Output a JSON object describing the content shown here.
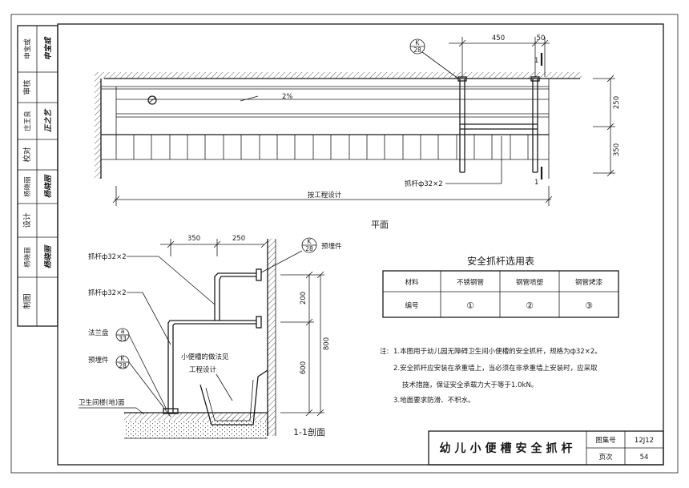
{
  "sidebar": {
    "roles": [
      "审核",
      "校对",
      "设计",
      "制图"
    ],
    "names": [
      "申宝或",
      "庄王良",
      "杨晓丽",
      "杨晓丽"
    ],
    "signatures": [
      "申宝或",
      "正之艺",
      "杨晓丽",
      "杨晓丽"
    ]
  },
  "plan": {
    "title": "平面",
    "slope": "2%",
    "dim_bottom": "按工程设计",
    "dim_top_left": "450",
    "dim_top_right": "50",
    "dim_right_upper": "250",
    "dim_right_lower": "350",
    "section_mark_top": "1",
    "section_mark_bottom": "1",
    "bar_label": "抓杆ф32×2",
    "ref_mark": {
      "top": "K",
      "bottom": "28"
    }
  },
  "section": {
    "title": "1-1剖面",
    "dim_top_left": "350",
    "dim_top_right": "250",
    "dim_v_200": "200",
    "dim_v_600": "600",
    "dim_v_800": "800",
    "bar_label_1": "抓杆ф32×2",
    "bar_label_2": "抓杆ф32×2",
    "flange_label": "法兰盘",
    "embed_label": "预埋件",
    "embed_label_top": "预埋件",
    "urinal_note_1": "小便槽的做法见",
    "urinal_note_2": "工程设计",
    "floor_label": "卫生间楼(地)面",
    "ref_top": {
      "top": "K",
      "bottom": "28"
    },
    "ref_flange": {
      "top": "a",
      "bottom": "33"
    },
    "ref_embed": {
      "top": "K",
      "bottom": "28"
    }
  },
  "table": {
    "title": "安全抓杆选用表",
    "header": [
      "材料",
      "不锈钢管",
      "钢管喷塑",
      "钢管烤漆"
    ],
    "row": [
      "编号",
      "①",
      "②",
      "③"
    ]
  },
  "notes": {
    "prefix": "注:",
    "items": [
      "1.本图用于幼儿园无障碍卫生间小便槽的安全抓杆，规格为ф32×2。",
      "2.安全抓杆应安装在承重墙上，当必须在非承重墙上安装时，应采取",
      "技术措施，保证安全承载力大于等于1.0kN。",
      "3.地面要求防滑、不积水。"
    ]
  },
  "titleblock": {
    "drawing_title": "幼儿小便槽安全抓杆",
    "atlas_label": "图集号",
    "atlas_value": "12J12",
    "page_label": "页次",
    "page_value": "54"
  }
}
